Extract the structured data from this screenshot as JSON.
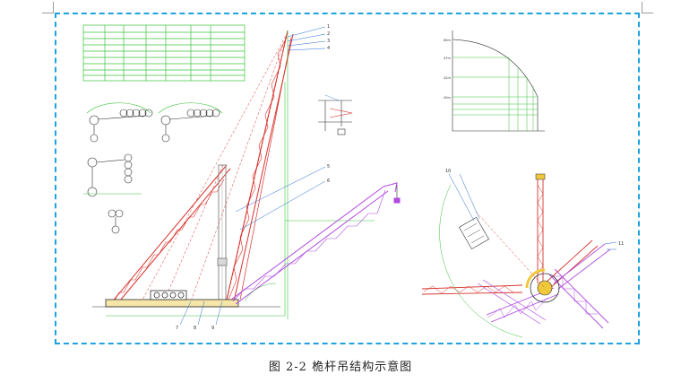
{
  "figure": {
    "caption": "图 2-2 桅杆吊结构示意图"
  },
  "colors": {
    "frame": "#1fa3e0",
    "boom_red": "#d8322c",
    "boom_purple": "#b04adf",
    "guide_green": "#3cc43c",
    "mast_gray": "#9a9a9a",
    "leader_blue": "#2a6fd6"
  },
  "drawing": {
    "leader_labels": [
      "1",
      "2",
      "3",
      "4",
      "5",
      "6",
      "7",
      "8",
      "9",
      "10",
      "11"
    ],
    "chart_tick_labels": [
      "60m",
      "47m",
      "42m",
      "40m"
    ]
  }
}
